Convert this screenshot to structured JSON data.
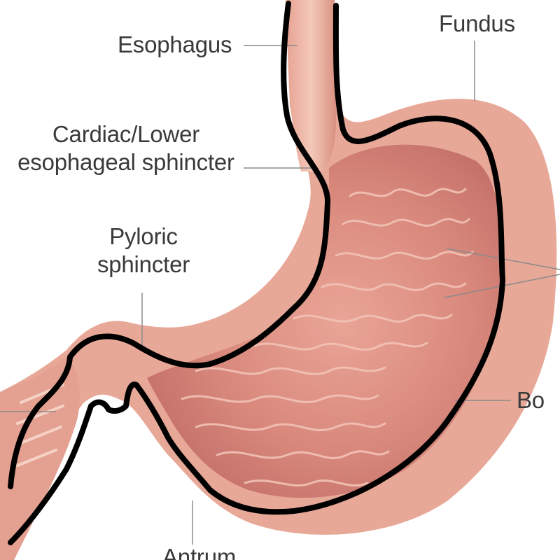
{
  "labels": {
    "esophagus": "Esophagus",
    "fundus": "Fundus",
    "cardiac_line1": "Cardiac/Lower",
    "cardiac_line2": "esophageal sphincter",
    "pyloric_line1": "Pyloric",
    "pyloric_line2": "sphincter",
    "body": "Bo",
    "antrum": "Antrum"
  },
  "colors": {
    "tissue_outer": "#e8a898",
    "tissue_inner": "#d98c80",
    "rugae": "#f2c3b6",
    "outline": "#000000",
    "leader": "#8a8a8a",
    "text": "#3a3a3a"
  }
}
